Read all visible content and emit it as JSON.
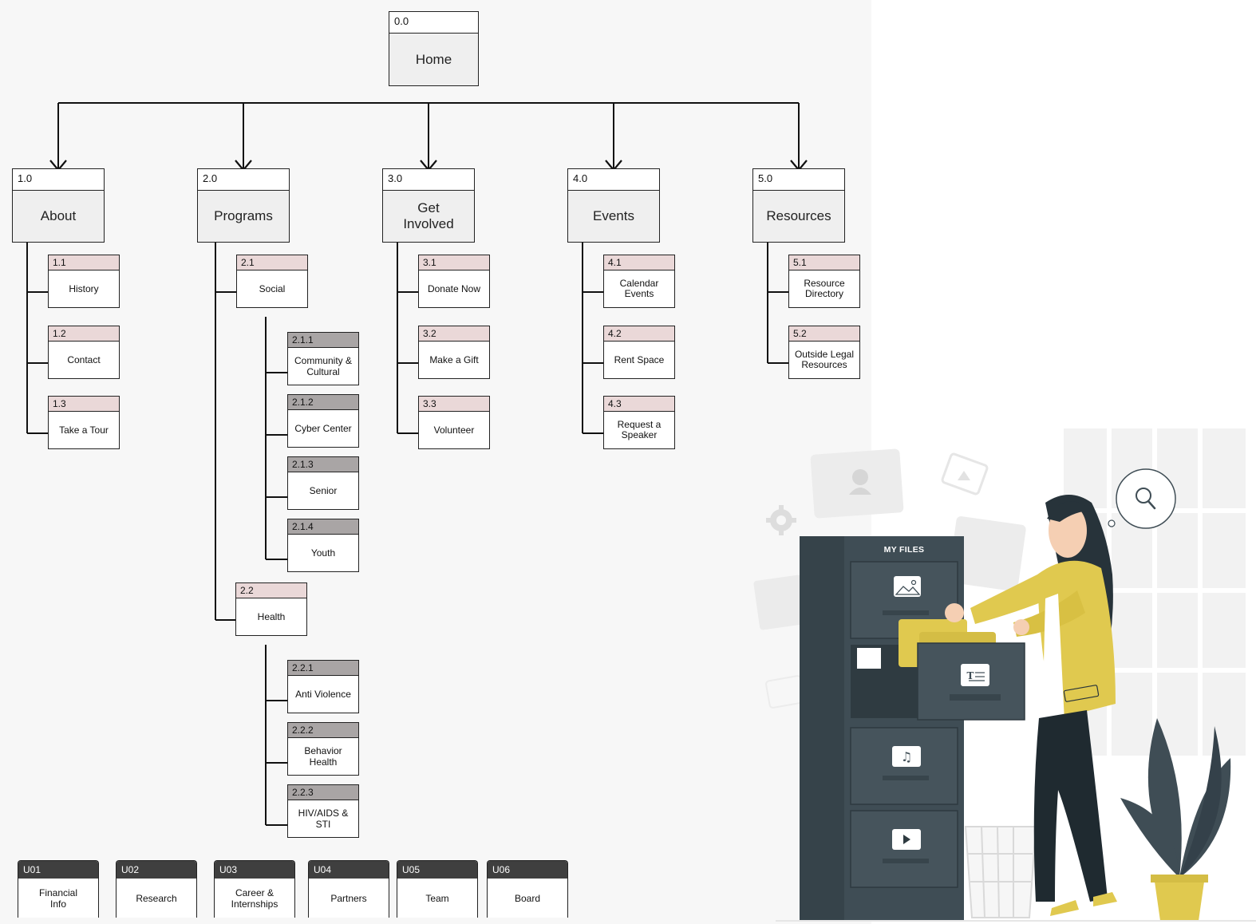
{
  "root": {
    "num": "0.0",
    "label": "Home"
  },
  "sections": [
    {
      "num": "1.0",
      "label": "About",
      "children": [
        {
          "num": "1.1",
          "label": "History"
        },
        {
          "num": "1.2",
          "label": "Contact"
        },
        {
          "num": "1.3",
          "label": "Take a Tour"
        }
      ]
    },
    {
      "num": "2.0",
      "label": "Programs",
      "children": [
        {
          "num": "2.1",
          "label": "Social",
          "children": [
            {
              "num": "2.1.1",
              "label": "Community &\nCultural"
            },
            {
              "num": "2.1.2",
              "label": "Cyber Center"
            },
            {
              "num": "2.1.3",
              "label": "Senior"
            },
            {
              "num": "2.1.4",
              "label": "Youth"
            }
          ]
        },
        {
          "num": "2.2",
          "label": "Health",
          "children": [
            {
              "num": "2.2.1",
              "label": "Anti Violence"
            },
            {
              "num": "2.2.2",
              "label": "Behavior\nHealth"
            },
            {
              "num": "2.2.3",
              "label": "HIV/AIDS &\nSTI"
            }
          ]
        }
      ]
    },
    {
      "num": "3.0",
      "label": "Get\nInvolved",
      "children": [
        {
          "num": "3.1",
          "label": "Donate Now"
        },
        {
          "num": "3.2",
          "label": "Make a Gift"
        },
        {
          "num": "3.3",
          "label": "Volunteer"
        }
      ]
    },
    {
      "num": "4.0",
      "label": "Events",
      "children": [
        {
          "num": "4.1",
          "label": "Calendar Events"
        },
        {
          "num": "4.2",
          "label": "Rent Space"
        },
        {
          "num": "4.3",
          "label": "Request a\nSpeaker"
        }
      ]
    },
    {
      "num": "5.0",
      "label": "Resources",
      "children": [
        {
          "num": "5.1",
          "label": "Resource\nDirectory"
        },
        {
          "num": "5.2",
          "label": "Outside Legal\nResources"
        }
      ]
    }
  ],
  "utility": [
    {
      "num": "U01",
      "label": "Financial\nInfo"
    },
    {
      "num": "U02",
      "label": "Research"
    },
    {
      "num": "U03",
      "label": "Career &\nInternships"
    },
    {
      "num": "U04",
      "label": "Partners"
    },
    {
      "num": "U05",
      "label": "Team"
    },
    {
      "num": "U06",
      "label": "Board"
    }
  ],
  "illustration": {
    "cabinet_title": "MY FILES",
    "icons": [
      "image-icon",
      "text-document-icon",
      "music-icon",
      "play-icon",
      "search-icon",
      "gear-icon",
      "user-folder-icon"
    ],
    "colors": {
      "cabinet": "#3f4d55",
      "accent": "#e0c94f",
      "ground": "#f2f2f2"
    }
  }
}
